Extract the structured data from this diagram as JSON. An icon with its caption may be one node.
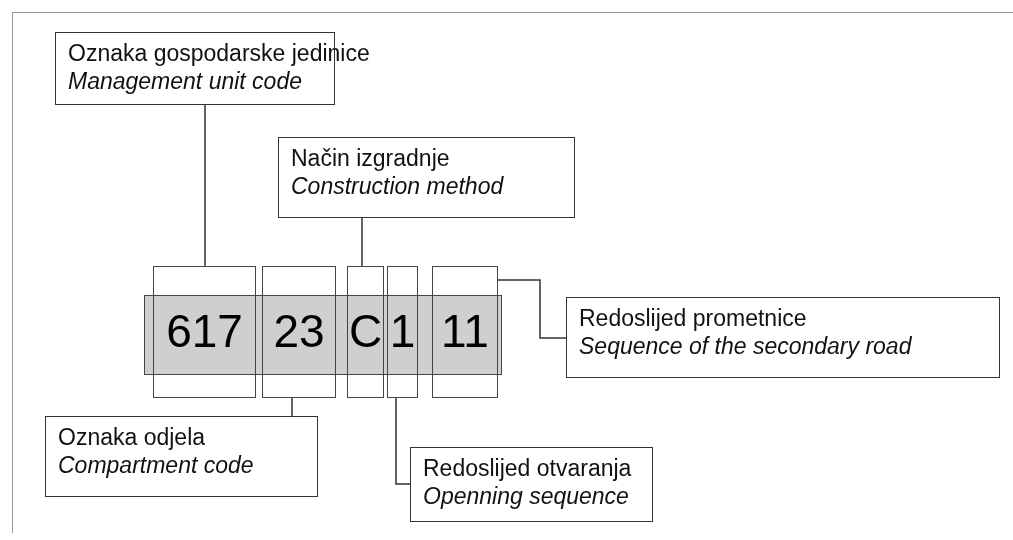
{
  "diagram": {
    "nodes": [
      {
        "text": [
          "Oznaka gospodarske jedinice",
          "Management unit code"
        ]
      },
      {
        "text": [
          "Način izgradnje",
          "Construction method"
        ]
      },
      {
        "text": [
          "617"
        ]
      },
      {
        "text": [
          "23"
        ]
      },
      {
        "text": [
          "C"
        ]
      },
      {
        "text": [
          "1"
        ]
      },
      {
        "text": [
          "11"
        ]
      },
      {
        "text": [
          "Redoslijed prometnice",
          "Sequence of the secondary road"
        ]
      },
      {
        "text": [
          "Oznaka odjela",
          "Compartment code"
        ]
      },
      {
        "text": [
          "Redoslijed otvaranja",
          "Openning sequence"
        ]
      }
    ],
    "edges": [
      {
        "from": 0,
        "to": 2,
        "arrow": "none"
      },
      {
        "from": 1,
        "to": 4,
        "arrow": "none"
      },
      {
        "from": 6,
        "to": 7,
        "arrow": "none"
      },
      {
        "from": 8,
        "to": 3,
        "arrow": "none"
      },
      {
        "from": 9,
        "to": 5,
        "arrow": "none"
      }
    ]
  }
}
